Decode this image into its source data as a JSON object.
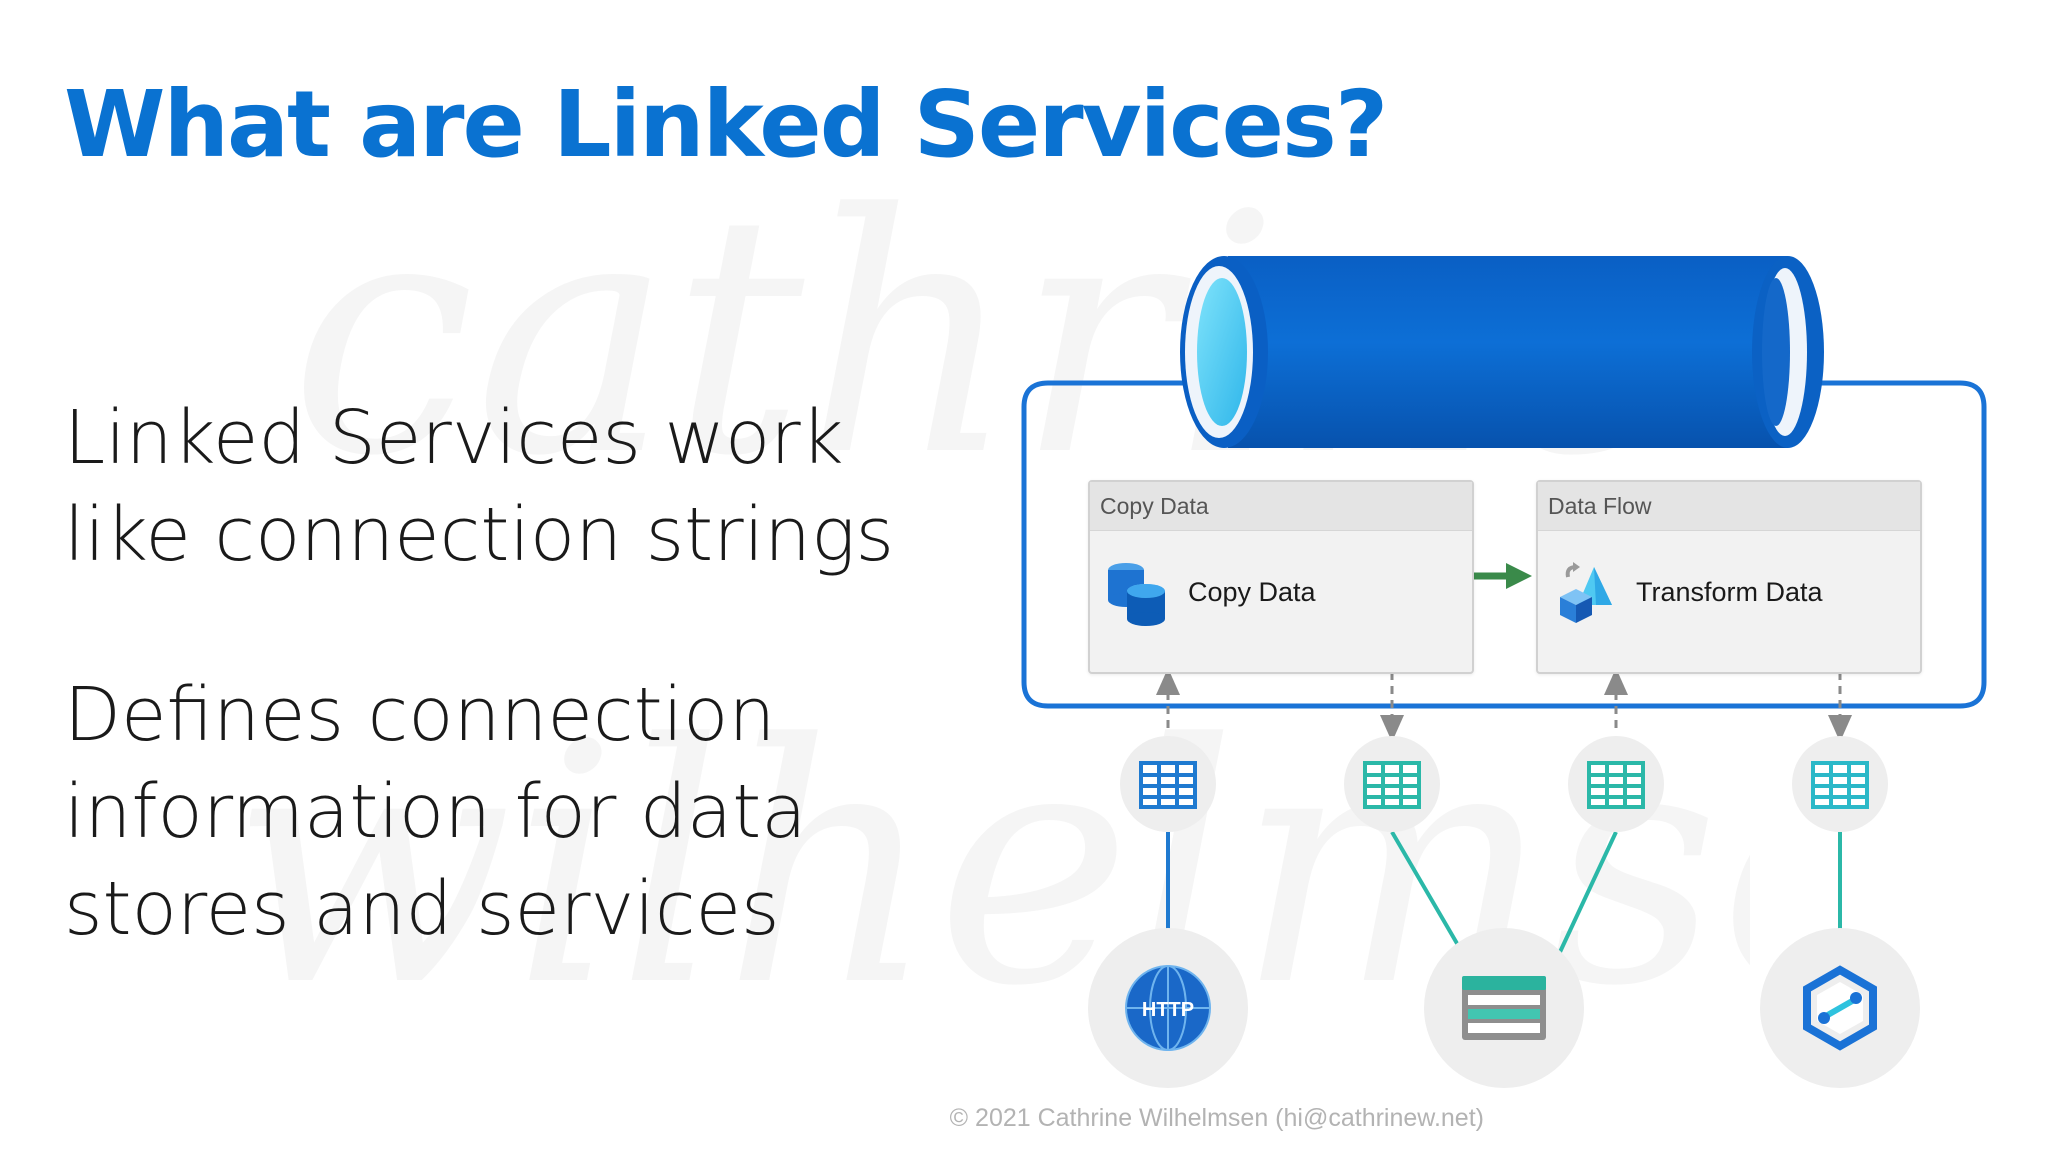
{
  "title": "What are Linked Services?",
  "watermark": {
    "line1": "cathrine",
    "line2": "wilhelmsen"
  },
  "bullets": [
    {
      "lines": [
        "Linked Services work",
        "like connection strings"
      ]
    },
    {
      "lines": [
        "Defines connection",
        "information for data",
        "stores and services"
      ]
    }
  ],
  "pipeline": {
    "activities": [
      {
        "header": "Copy Data",
        "label": "Copy Data",
        "icon": "copy-data-icon"
      },
      {
        "header": "Data Flow",
        "label": "Transform Data",
        "icon": "transform-data-icon"
      }
    ]
  },
  "datasets": [
    "dataset-table-icon",
    "dataset-table-icon",
    "dataset-table-icon",
    "dataset-table-icon"
  ],
  "linked_services": [
    {
      "icon": "http-globe-icon",
      "text": "HTTP"
    },
    {
      "icon": "storage-account-icon"
    },
    {
      "icon": "synapse-icon"
    }
  ],
  "colors": {
    "title": "#0a72d1",
    "pipeline_outline": "#1a73d6",
    "pipe_dark": "#0b5fbf",
    "pipe_light": "#4fd6f7",
    "connector_blue": "#1f7ad0",
    "connector_teal": "#2bb8a8",
    "arrow_green": "#3a8a4a"
  },
  "footer": "© 2021 Cathrine Wilhelmsen (hi@cathrinew.net)"
}
